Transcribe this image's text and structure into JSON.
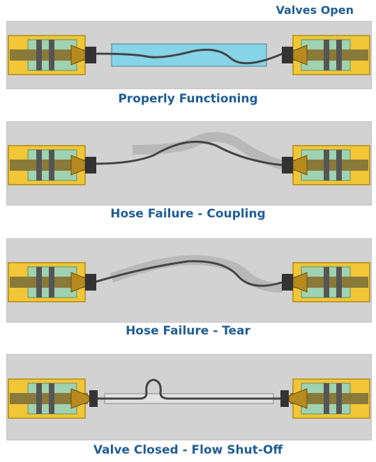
{
  "header": {
    "title": "Valves Open"
  },
  "panels": [
    {
      "caption": "Properly Functioning",
      "state": "hose-intact-valves-open"
    },
    {
      "caption": "Hose Failure - Coupling",
      "state": "hose-separated-at-coupling"
    },
    {
      "caption": "Hose Failure - Tear",
      "state": "hose-torn"
    },
    {
      "caption": "Valve Closed - Flow Shut-Off",
      "state": "valves-closed"
    }
  ],
  "colors": {
    "panel_bg": "#d2d2d2",
    "housing": "#f2c637",
    "chamber": "#9fd2b0",
    "hose_fill": "#86d4e8",
    "caption": "#1f5d96"
  }
}
